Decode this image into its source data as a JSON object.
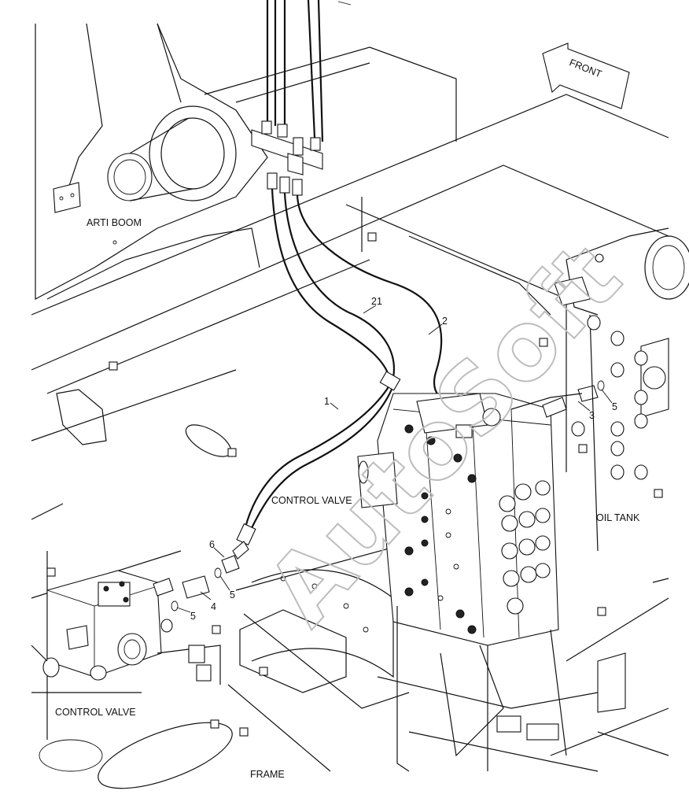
{
  "labels": {
    "front": "FRONT",
    "arti_boom": "ARTI BOOM",
    "control_valve_main": "CONTROL VALVE",
    "oil_tank": "OIL TANK",
    "control_valve_aux": "CONTROL VALVE",
    "frame": "FRAME"
  },
  "callouts": {
    "p21": "21",
    "p2": "2",
    "p1": "1",
    "p3": "3",
    "p5a": "5",
    "p6": "6",
    "p4": "4",
    "p5b": "5",
    "p5c": "5"
  },
  "watermark": "AutoSoft"
}
